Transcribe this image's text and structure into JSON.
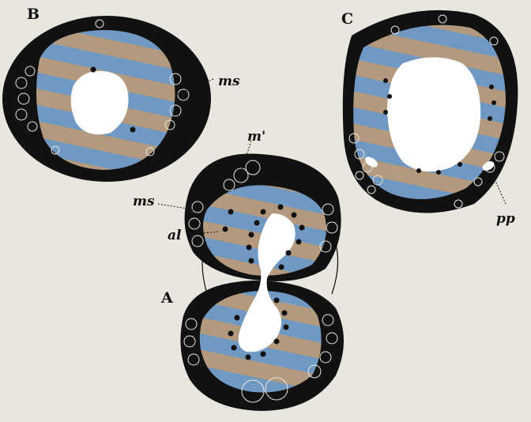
{
  "figure": {
    "panel_labels": {
      "b": "B",
      "c": "C",
      "a": "A"
    },
    "annotations": {
      "ms_b": "ms",
      "m_prime": "m'",
      "ms_a": "ms",
      "al": "al",
      "pp": "pp"
    },
    "colors": {
      "background": "#e9e6df",
      "outer_layer": "#111111",
      "stripe_blue": "#6f98c2",
      "stripe_tan": "#b39a7e",
      "lumen": "#ffffff"
    }
  }
}
